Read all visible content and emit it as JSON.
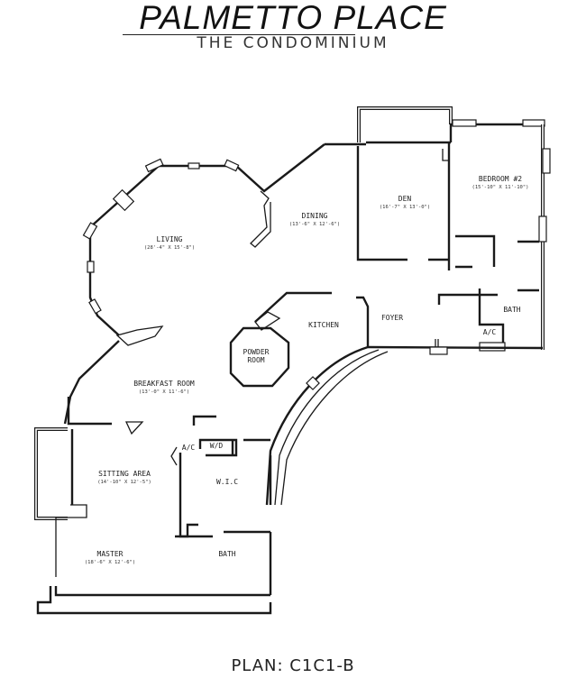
{
  "header": {
    "title": "PALMETTO PLACE",
    "subtitle": "THE CONDOMINIUM"
  },
  "footer": {
    "plan": "PLAN:  C1C1-B"
  },
  "rooms": {
    "living": {
      "name": "LIVING",
      "dims": "(28'-4\" X 15'-8\")"
    },
    "dining": {
      "name": "DINING",
      "dims": "(13'-6\" X 12'-6\")"
    },
    "den": {
      "name": "DEN",
      "dims": "(16'-7\" X 13'-0\")"
    },
    "bedroom2": {
      "name": "BEDROOM #2",
      "dims": "(15'-10\" X 11'-10\")"
    },
    "kitchen": {
      "name": "KITCHEN"
    },
    "powder": {
      "name": "POWDER",
      "name2": "ROOM"
    },
    "foyer": {
      "name": "FOYER"
    },
    "bath2": {
      "name": "BATH"
    },
    "ac_upper": {
      "name": "A/C"
    },
    "breakfast": {
      "name": "BREAKFAST ROOM",
      "dims": "(13'-0\" X 11'-6\")"
    },
    "ac_lower": {
      "name": "A/C"
    },
    "wd": {
      "name": "W/D"
    },
    "wic": {
      "name": "W.I.C"
    },
    "sitting": {
      "name": "SITTING AREA",
      "dims": "(14'-10\" X 12'-5\")"
    },
    "master": {
      "name": "MASTER",
      "dims": "(18'-6\" X 12'-6\")"
    },
    "master_bath": {
      "name": "BATH"
    }
  }
}
